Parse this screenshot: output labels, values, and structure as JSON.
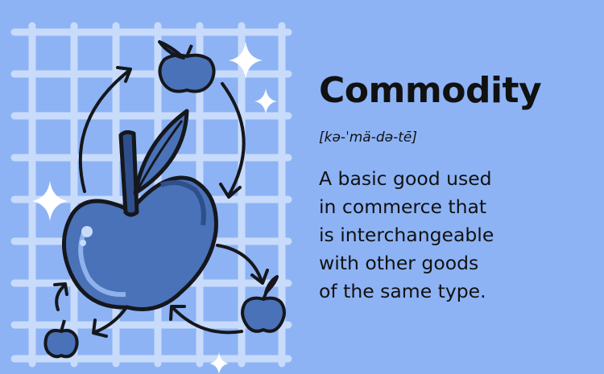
{
  "term": "Commodity",
  "pronunciation": "[kə-ˈmä-də-tē]",
  "definition_lines": [
    "A basic good used",
    "in commerce that",
    "is interchangeable",
    "with other goods",
    "of the same type."
  ],
  "colors": {
    "background": "#8db3f5",
    "grid": "#c8dbfa",
    "apple_fill": "#4a72b8",
    "apple_dark": "#2f4f8c",
    "outline": "#15171c",
    "sparkle": "#ffffff"
  },
  "icons": [
    "apple-large-icon",
    "apple-small-icon",
    "cycle-arrow-icon",
    "sparkle-icon",
    "grid-background"
  ]
}
